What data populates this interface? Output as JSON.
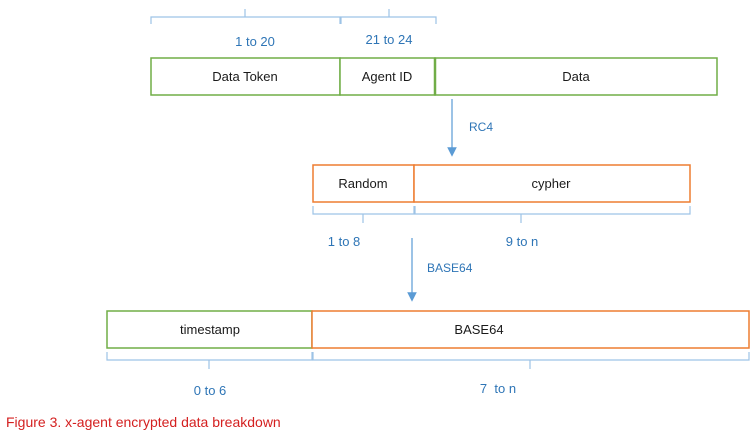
{
  "colors": {
    "green_border": "#70ad47",
    "orange_border": "#ed7d31",
    "bracket": "#9dc3e6",
    "arrow": "#5b9bd5",
    "label_blue": "#2e75b6",
    "caption_red": "#d42020"
  },
  "top_ranges": [
    "1 to 20",
    "21 to 24"
  ],
  "row1": [
    "Data Token",
    "Agent ID",
    "Data"
  ],
  "arrow1_label": "RC4",
  "row2": [
    "Random",
    "cypher"
  ],
  "mid_ranges": [
    "1 to 8",
    "9 to n"
  ],
  "arrow2_label": "BASE64",
  "row3": [
    "timestamp",
    "BASE64"
  ],
  "bottom_ranges": [
    "0 to 6",
    "7  to n"
  ],
  "caption": "Figure 3. x-agent encrypted data breakdown"
}
